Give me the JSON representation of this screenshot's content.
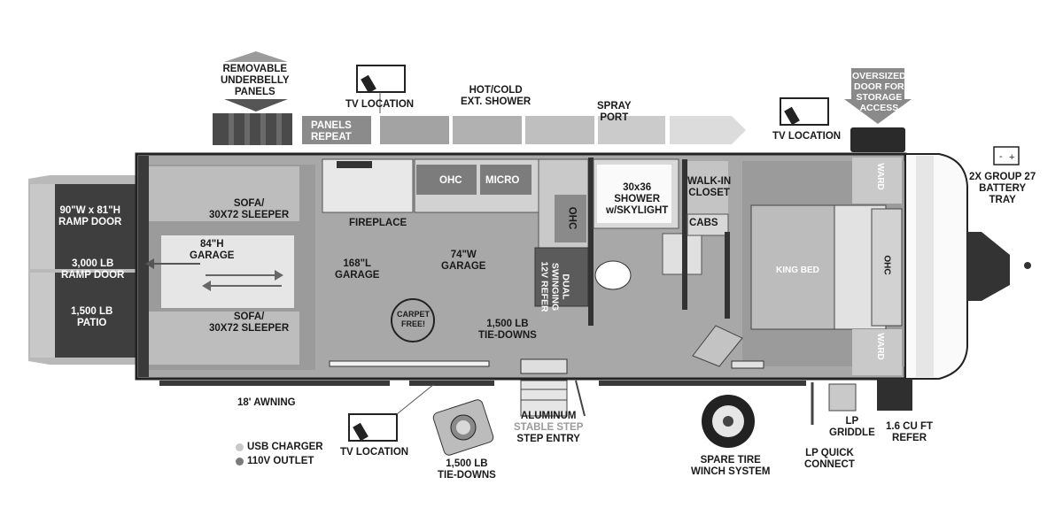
{
  "labels": {
    "removable_underbelly": [
      "REMOVABLE",
      "UNDERBELLY",
      "PANELS"
    ],
    "tv_location_top": "TV LOCATION",
    "hot_cold_shower": [
      "HOT/COLD",
      "EXT. SHOWER"
    ],
    "spray_port": [
      "SPRAY",
      "PORT"
    ],
    "tv_location_right": "TV LOCATION",
    "oversized_door": [
      "OVERSIZED",
      "DOOR FOR",
      "STORAGE",
      "ACCESS"
    ],
    "panels_repeat": [
      "PANELS",
      "REPEAT"
    ],
    "battery_tray": [
      "2X GROUP 27",
      "BATTERY",
      "TRAY"
    ],
    "ramp_door_size": [
      "90\"W x 81\"H",
      "RAMP DOOR"
    ],
    "ramp_door_weight": [
      "3,000 LB",
      "RAMP DOOR"
    ],
    "patio": [
      "1,500 LB",
      "PATIO"
    ],
    "sofa_top": [
      "SOFA/",
      "30x72 SLEEPER"
    ],
    "sofa_bottom": [
      "SOFA/",
      "30x72 SLEEPER"
    ],
    "garage_height": [
      "84\"H",
      "GARAGE"
    ],
    "garage_length": [
      "168\"L",
      "GARAGE"
    ],
    "garage_width": [
      "74\"W",
      "GARAGE"
    ],
    "fireplace": "FIREPLACE",
    "ohc_kitchen": "OHC",
    "micro": "MICRO",
    "ohc_side": "OHC",
    "refer": [
      "DUAL",
      "SWINGING",
      "12V REFER"
    ],
    "shower": [
      "30x36",
      "SHOWER",
      "w/SKYLIGHT"
    ],
    "walkin_closet": [
      "WALK-IN",
      "CLOSET"
    ],
    "cabs": "CABS",
    "ward_top": "WARD",
    "ward_bottom": "WARD",
    "ohc_bed": "OHC",
    "king_bed": "KING BED",
    "carpet_free": [
      "CARPET",
      "FREE!"
    ],
    "tie_downs_inside": [
      "1,500 LB",
      "TIE-DOWNS"
    ],
    "awning": "18' AWNING",
    "usb_charger": "USB CHARGER",
    "outlet": "110V OUTLET",
    "tv_location_bottom": "TV LOCATION",
    "tie_downs_bottom": [
      "1,500 LB",
      "TIE-DOWNS"
    ],
    "aluminum": "ALUMINUM",
    "stable_step": "STABLE STEP",
    "step_entry": "STEP ENTRY",
    "spare_tire": [
      "SPARE TIRE",
      "WINCH SYSTEM"
    ],
    "lp_quick": [
      "LP QUICK",
      "CONNECT"
    ],
    "lp_griddle": [
      "LP",
      "GRIDDLE"
    ],
    "refer_ext": [
      "1.6 CU FT",
      "REFER"
    ]
  },
  "legend": {
    "usb_color": "#c8c8c8",
    "outlet_color": "#7a7a7a"
  },
  "colors": {
    "dark": "#3a3a3a",
    "mid": "#8a8a8a",
    "light": "#b9b9b9",
    "floor": "#a6a6a6",
    "wall": "#2b2b2b"
  }
}
